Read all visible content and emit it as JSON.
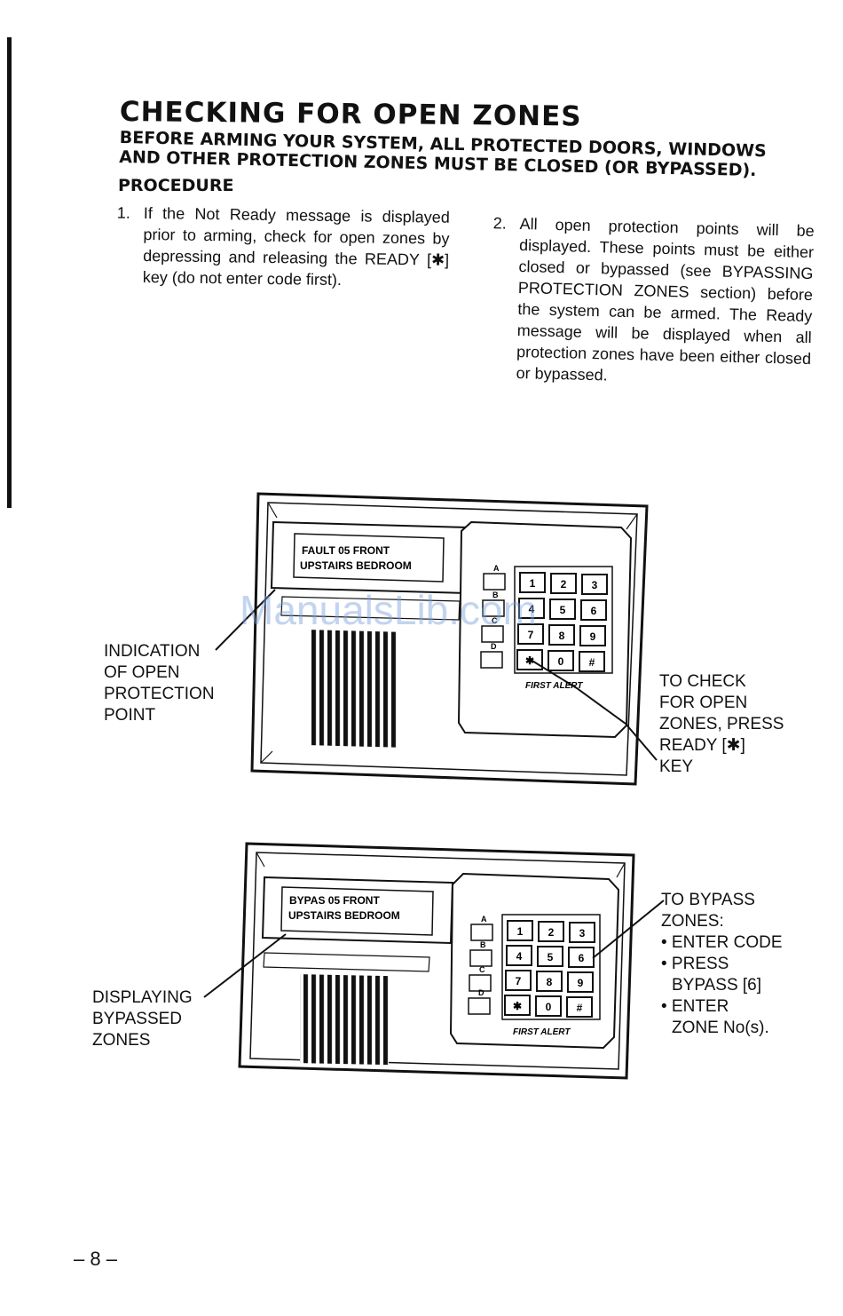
{
  "title": "CHECKING FOR OPEN ZONES",
  "subtitle_line1": "BEFORE ARMING YOUR SYSTEM, ALL PROTECTED DOORS, WINDOWS",
  "subtitle_line2": "AND OTHER PROTECTION ZONES MUST BE CLOSED (OR BYPASSED).",
  "procedure_heading": "PROCEDURE",
  "step1": {
    "number": "1.",
    "text": "If the Not Ready message is displayed prior to arming, check for open zones by depressing and releasing the READY [✱] key (do not enter code first)."
  },
  "step2": {
    "number": "2.",
    "text": "All open protection points will be displayed. These points must be either closed or bypassed (see BYPASSING PROTECTION ZONES section) before the system can be armed. The Ready message will be displayed when all protection zones have been either closed or bypassed."
  },
  "figure1": {
    "display_line1": "FAULT 05 FRONT",
    "display_line2": "UPSTAIRS BEDROOM",
    "callout_left": [
      "INDICATION",
      "OF OPEN",
      "PROTECTION",
      "POINT"
    ],
    "callout_right": [
      "TO CHECK",
      "FOR OPEN",
      "ZONES, PRESS",
      "READY [✱]",
      "KEY"
    ],
    "brand": "FIRST ALERT"
  },
  "figure2": {
    "display_line1": "BYPAS 05 FRONT",
    "display_line2": "UPSTAIRS BEDROOM",
    "callout_left": [
      "DISPLAYING",
      "BYPASSED",
      "ZONES"
    ],
    "callout_right": [
      "TO BYPASS",
      "ZONES:",
      "• ENTER CODE",
      "• PRESS",
      "BYPASS [6]",
      "• ENTER",
      "ZONE No(s)."
    ],
    "brand": "FIRST ALERT"
  },
  "keypad": {
    "side_keys": [
      "A",
      "B",
      "C",
      "D"
    ],
    "keys": [
      "1",
      "2",
      "3",
      "4",
      "5",
      "6",
      "7",
      "8",
      "9",
      "✱",
      "0",
      "#"
    ]
  },
  "watermark": "ManualsLib.com",
  "page_number": "– 8 –"
}
